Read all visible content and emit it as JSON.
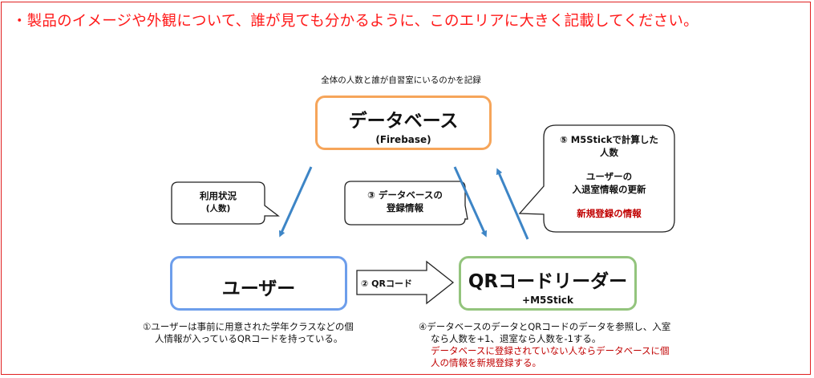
{
  "heading": "・製品のイメージや外観について、誰が見ても分かるように、このエリアに大きく記載してください。",
  "subtitle": "全体の人数と誰が自習室にいるのかを記録",
  "database": {
    "title": "データベース",
    "subtitle": "(Firebase)"
  },
  "user": {
    "title": "ユーザー"
  },
  "reader": {
    "title": "QRコードリーダー",
    "subtitle": "+M5Stick"
  },
  "callouts": {
    "usage": {
      "line1": "利用状況",
      "line2": "(人数)"
    },
    "step3": {
      "line1": "③ データベースの",
      "line2": "登録情報"
    },
    "step5": {
      "line1": "⑤ M5Stickで計算した",
      "line2": "人数",
      "line3": "ユーザーの",
      "line4": "入退室情報の更新",
      "line5": "新規登録の情報"
    }
  },
  "step2_arrow": {
    "label": "② QRコード"
  },
  "notes": {
    "step1": {
      "line1": "①ユーザーは事前に用意された学年クラスなどの個",
      "line2": "人情報が入っているQRコードを持っている。"
    },
    "step4": {
      "line1": "④データベースのデータとQRコードのデータを参照し、入室",
      "line2": "なら人数を+1、退室なら人数を-1する。",
      "line3": "データベースに登録されていない人ならデータベースに個",
      "line4": "人の情報を新規登録する。"
    }
  },
  "colors": {
    "heading": "#ff1a1a",
    "database_border": "#f6a55a",
    "user_border": "#6d9eeb",
    "reader_border": "#93c47d",
    "arrow": "#3d85c6",
    "emphasis": "#c00000"
  }
}
